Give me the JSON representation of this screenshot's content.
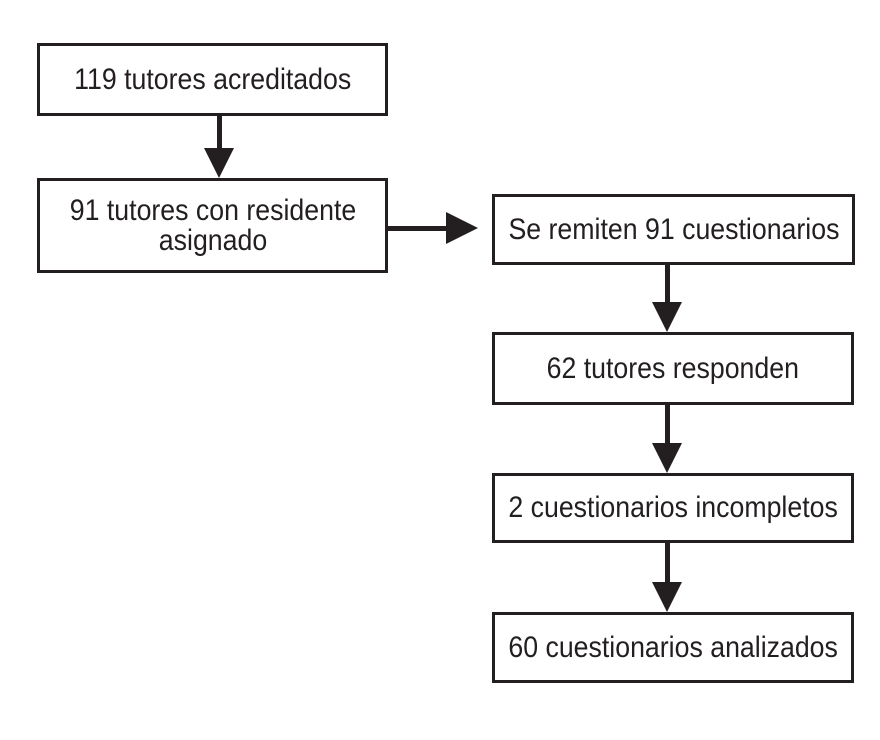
{
  "diagram": {
    "type": "flowchart",
    "colors": {
      "background": "#ffffff",
      "border": "#231f20",
      "text": "#231f20",
      "arrow": "#231f20"
    },
    "nodes": [
      {
        "id": "tutores-acreditados",
        "label": "119 tutores acreditados",
        "value": 119
      },
      {
        "id": "tutores-con-residente",
        "label": "91 tutores con residente asignado",
        "value": 91
      },
      {
        "id": "cuestionarios-remitidos",
        "label": "Se remiten 91 cuestionarios",
        "value": 91
      },
      {
        "id": "tutores-responden",
        "label": "62 tutores responden",
        "value": 62
      },
      {
        "id": "cuestionarios-incompletos",
        "label": "2 cuestionarios incompletos",
        "value": 2
      },
      {
        "id": "cuestionarios-analizados",
        "label": "60 cuestionarios analizados",
        "value": 60
      }
    ],
    "edges": [
      {
        "from": "tutores-acreditados",
        "to": "tutores-con-residente",
        "direction": "down"
      },
      {
        "from": "tutores-con-residente",
        "to": "cuestionarios-remitidos",
        "direction": "right"
      },
      {
        "from": "cuestionarios-remitidos",
        "to": "tutores-responden",
        "direction": "down"
      },
      {
        "from": "tutores-responden",
        "to": "cuestionarios-incompletos",
        "direction": "down"
      },
      {
        "from": "cuestionarios-incompletos",
        "to": "cuestionarios-analizados",
        "direction": "down"
      }
    ]
  }
}
